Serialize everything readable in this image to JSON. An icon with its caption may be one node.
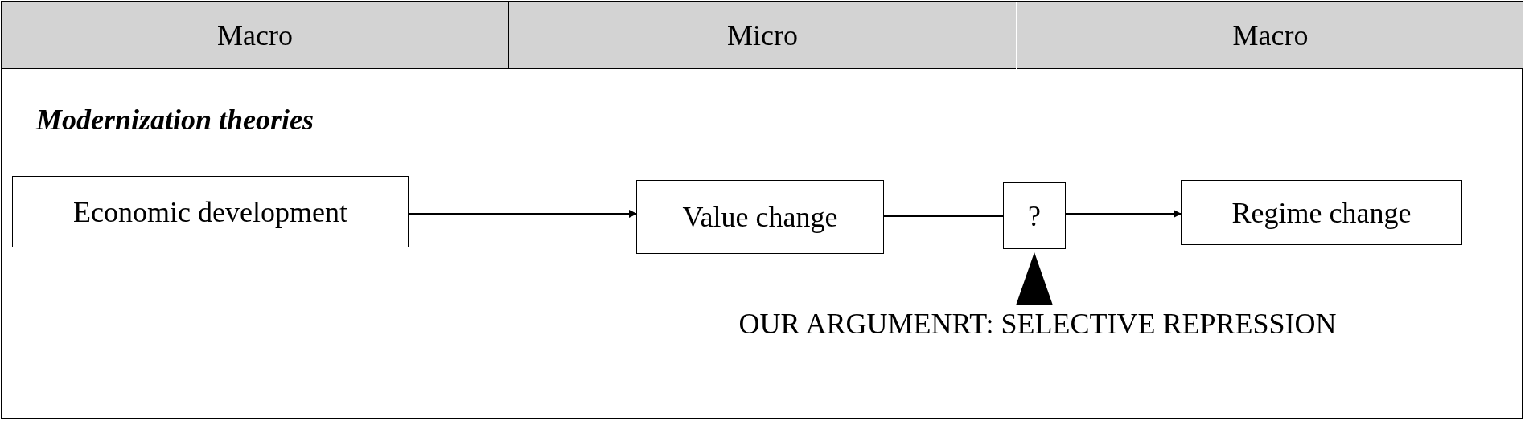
{
  "diagram": {
    "nodes": [
      {
        "text": [
          "Macro"
        ]
      },
      {
        "text": [
          "Micro"
        ]
      },
      {
        "text": [
          "Macro"
        ]
      },
      {
        "text": [
          "Economic development"
        ]
      },
      {
        "text": [
          "Value change"
        ]
      },
      {
        "text": [
          "?"
        ]
      },
      {
        "text": [
          "Regime change"
        ]
      },
      {
        "text": [
          "OUR ARGUMENRT: SELECTIVE REPRESSION"
        ]
      }
    ],
    "edges": [
      {
        "from": 3,
        "to": 4,
        "arrow": "to"
      },
      {
        "from": 4,
        "to": 5,
        "arrow": "none"
      },
      {
        "from": 5,
        "to": 6,
        "arrow": "to"
      },
      {
        "from": 7,
        "to": 5,
        "arrow": "to",
        "style": "thick"
      }
    ],
    "labels": [
      "Modernization theories"
    ]
  }
}
